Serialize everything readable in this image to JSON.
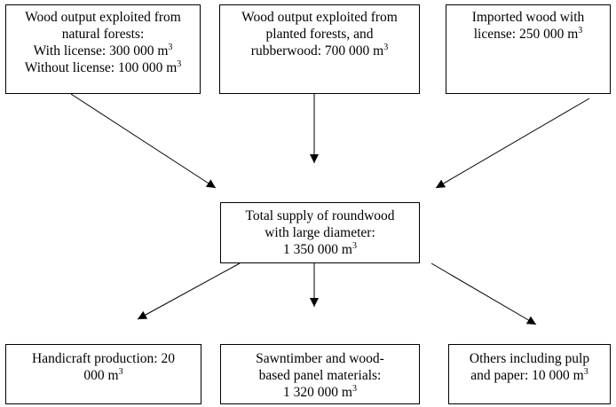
{
  "source_boxes": [
    {
      "lines": [
        "Wood output exploited from",
        "natural forests:"
      ],
      "with_license": "With license: 300 000 m",
      "without_license": "Without license: 100 000 m",
      "unit_exp": "3"
    },
    {
      "lines": [
        "Wood output exploited from",
        "planted forests, and"
      ],
      "last_line": "rubberwood: 700 000 m",
      "unit_exp": "3"
    },
    {
      "lines": [
        "Imported wood with"
      ],
      "last_line": "license: 250 000 m",
      "unit_exp": "3"
    }
  ],
  "total_box": {
    "lines": [
      "Total supply of roundwood",
      "with large diameter:"
    ],
    "last_line": "1 350 000 m",
    "unit_exp": "3"
  },
  "use_boxes": [
    {
      "lines": [
        "Handicraft production: 20"
      ],
      "last_line": "000 m",
      "unit_exp": "3"
    },
    {
      "lines": [
        "Sawntimber and wood-",
        "based panel materials:"
      ],
      "last_line": "1 320 000 m",
      "unit_exp": "3"
    },
    {
      "lines": [
        "Others including pulp"
      ],
      "last_line": "and paper: 10 000 m",
      "unit_exp": "3"
    }
  ]
}
